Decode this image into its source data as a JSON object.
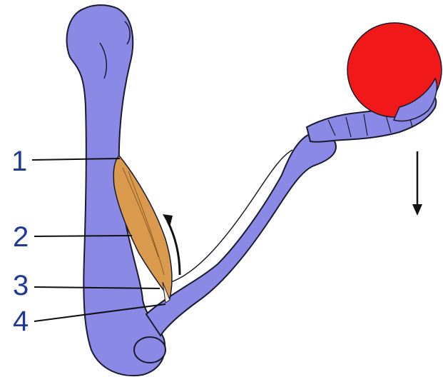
{
  "labels": {
    "l1": "1",
    "l2": "2",
    "l3": "3",
    "l4": "4"
  },
  "colors": {
    "bone": "#8a8ae6",
    "bone_outline": "#1a1a2e",
    "muscle": "#d99a4e",
    "ball": "#f01818",
    "label_text": "#1f3a93"
  },
  "icons": {
    "motion_arrow": "curved-up-arrow-icon",
    "force_arrow": "down-arrow-icon"
  }
}
